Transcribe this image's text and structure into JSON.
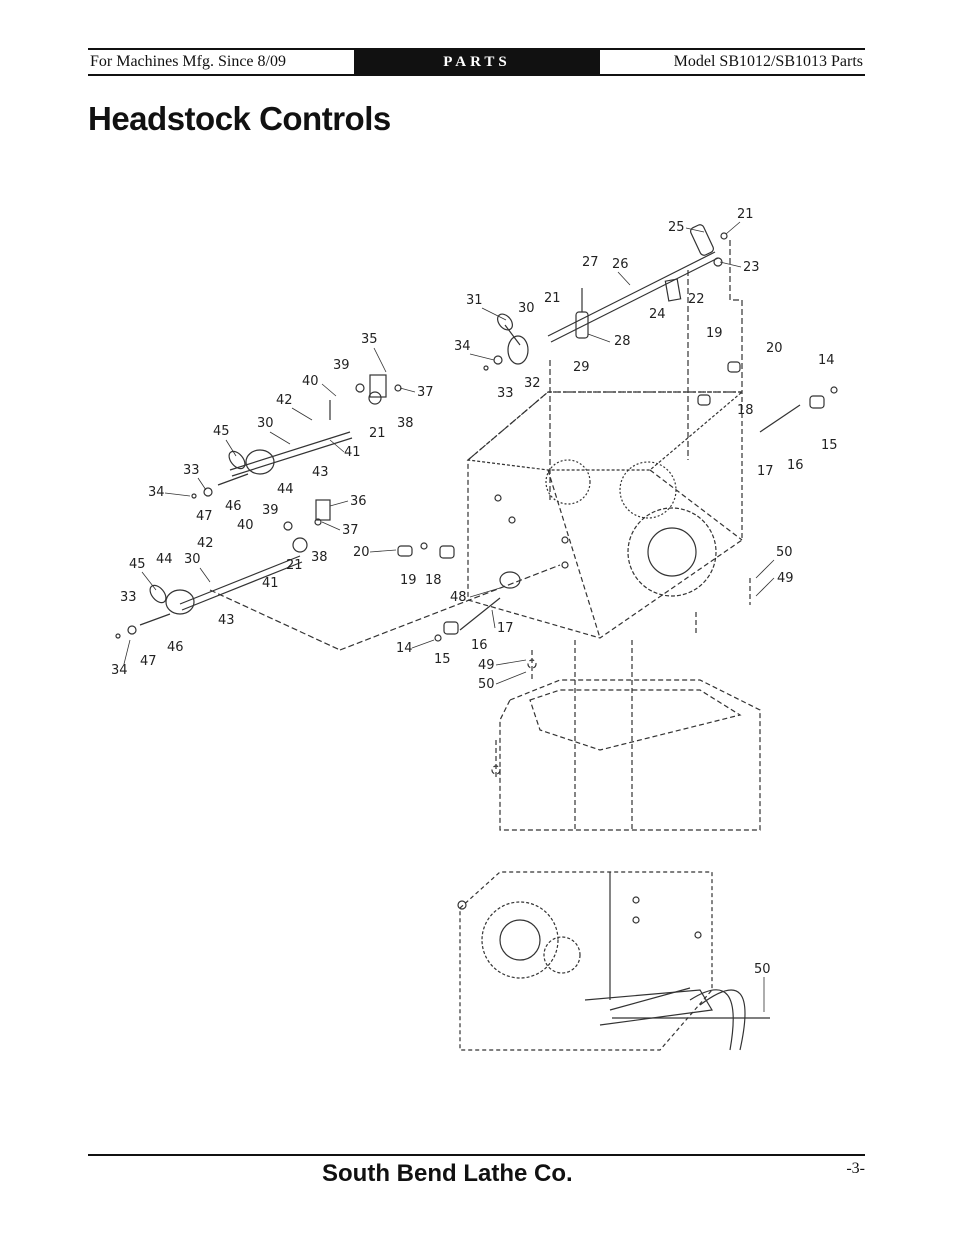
{
  "header": {
    "left": "For Machines Mfg. Since 8/09",
    "center": "PARTS",
    "right": "Model SB1012/SB1013 Parts"
  },
  "title": "Headstock Controls",
  "callouts": {
    "c21a": "21",
    "c25": "25",
    "c23": "23",
    "c27": "27",
    "c26": "26",
    "c22": "22",
    "c24": "24",
    "c31": "31",
    "c30a": "30",
    "c21b": "21",
    "c28": "28",
    "c34a": "34",
    "c29": "29",
    "c32": "32",
    "c33a": "33",
    "c35": "35",
    "c39a": "39",
    "c37a": "37",
    "c40a": "40",
    "c42a": "42",
    "c38a": "38",
    "c21c": "21",
    "c30b": "30",
    "c45a": "45",
    "c41a": "41",
    "c43a": "43",
    "c33b": "33",
    "c44a": "44",
    "c34b": "34",
    "c47a": "47",
    "c46a": "46",
    "c36": "36",
    "c39b": "39",
    "c37b": "37",
    "c40b": "40",
    "c38b": "38",
    "c42b": "42",
    "c21d": "21",
    "c44b": "44",
    "c30c": "30",
    "c45b": "45",
    "c41b": "41",
    "c33c": "33",
    "c43b": "43",
    "c47b": "47",
    "c46b": "46",
    "c34c": "34",
    "c19a": "19",
    "c20a": "20",
    "c14a": "14",
    "c18a": "18",
    "c15a": "15",
    "c17a": "17",
    "c16a": "16",
    "c20b": "20",
    "c19b": "19",
    "c18b": "18",
    "c48": "48",
    "c17b": "17",
    "c14b": "14",
    "c16b": "16",
    "c15b": "15",
    "c49a": "49",
    "c50a": "50",
    "c50b": "50",
    "c49b": "49",
    "c50c": "50"
  },
  "footer": {
    "brand": "South Bend Lathe Co.",
    "page": "-3-"
  }
}
